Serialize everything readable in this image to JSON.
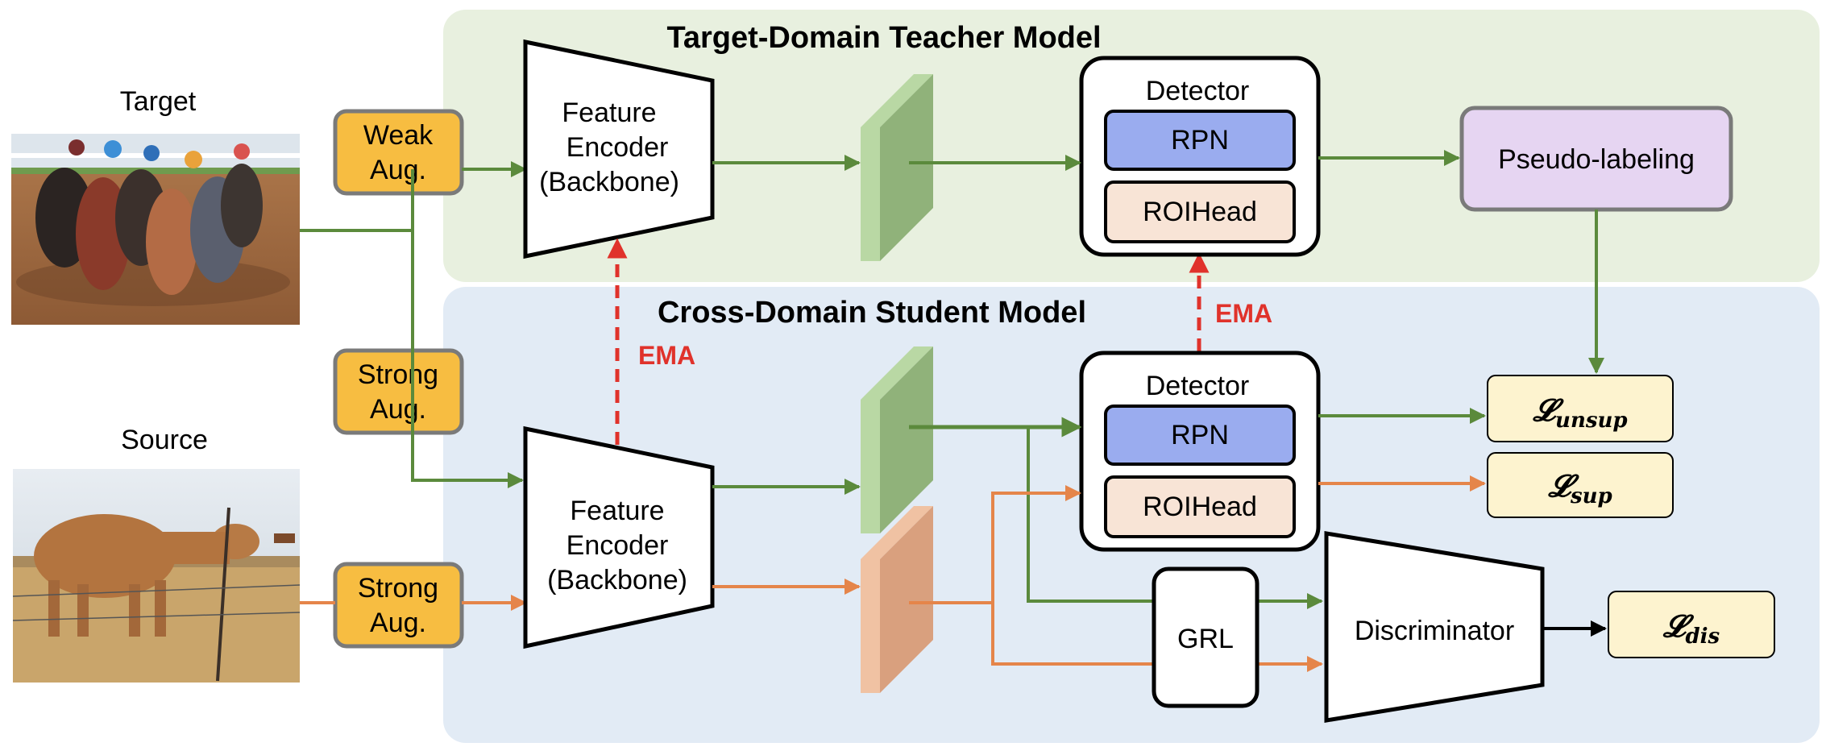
{
  "inputs": {
    "target_label": "Target",
    "source_label": "Source"
  },
  "teacher": {
    "title": "Target-Domain Teacher Model",
    "encoder_line1": "Feature",
    "encoder_line2": "Encoder",
    "encoder_line3": "(Backbone)",
    "detector_label": "Detector",
    "rpn_label": "RPN",
    "roihead_label": "ROIHead",
    "pseudo_label": "Pseudo-labeling"
  },
  "student": {
    "title": "Cross-Domain Student Model",
    "encoder_line1": "Feature",
    "encoder_line2": "Encoder",
    "encoder_line3": "(Backbone)",
    "detector_label": "Detector",
    "rpn_label": "RPN",
    "roihead_label": "ROIHead",
    "grl_label": "GRL",
    "discriminator_label": "Discriminator"
  },
  "augmentations": {
    "weak_line1": "Weak",
    "weak_line2": "Aug.",
    "strong_target_line1": "Strong",
    "strong_target_line2": "Aug.",
    "strong_source_line1": "Strong",
    "strong_source_line2": "Aug."
  },
  "ema": {
    "encoder_label": "EMA",
    "detector_label": "EMA"
  },
  "losses": {
    "unsup_symbol": "𝓛",
    "unsup_sub": "unsup",
    "sup_symbol": "𝓛",
    "sup_sub": "sup",
    "dis_symbol": "𝓛",
    "dis_sub": "dis"
  },
  "colors": {
    "teacher_bg": "#e8f0df",
    "student_bg": "#e2ebf5",
    "aug_fill": "#f7bd41",
    "aug_stroke": "#7a7a7a",
    "rpn_fill": "#9aacef",
    "roihead_fill": "#f8e4d6",
    "pseudo_fill": "#e6d5f2",
    "loss_fill": "#fdf3cf",
    "green_arrow": "#5b8a3c",
    "orange_arrow": "#e5854a",
    "ema_red": "#e0322b",
    "feature_green_front": "#90b27a",
    "feature_green_side": "#b9d8a4",
    "feature_orange_front": "#d9a07e",
    "feature_orange_side": "#f0c2a3"
  },
  "icons": {
    "target_image": "horse-race-illustration",
    "source_image": "cow-photo"
  }
}
